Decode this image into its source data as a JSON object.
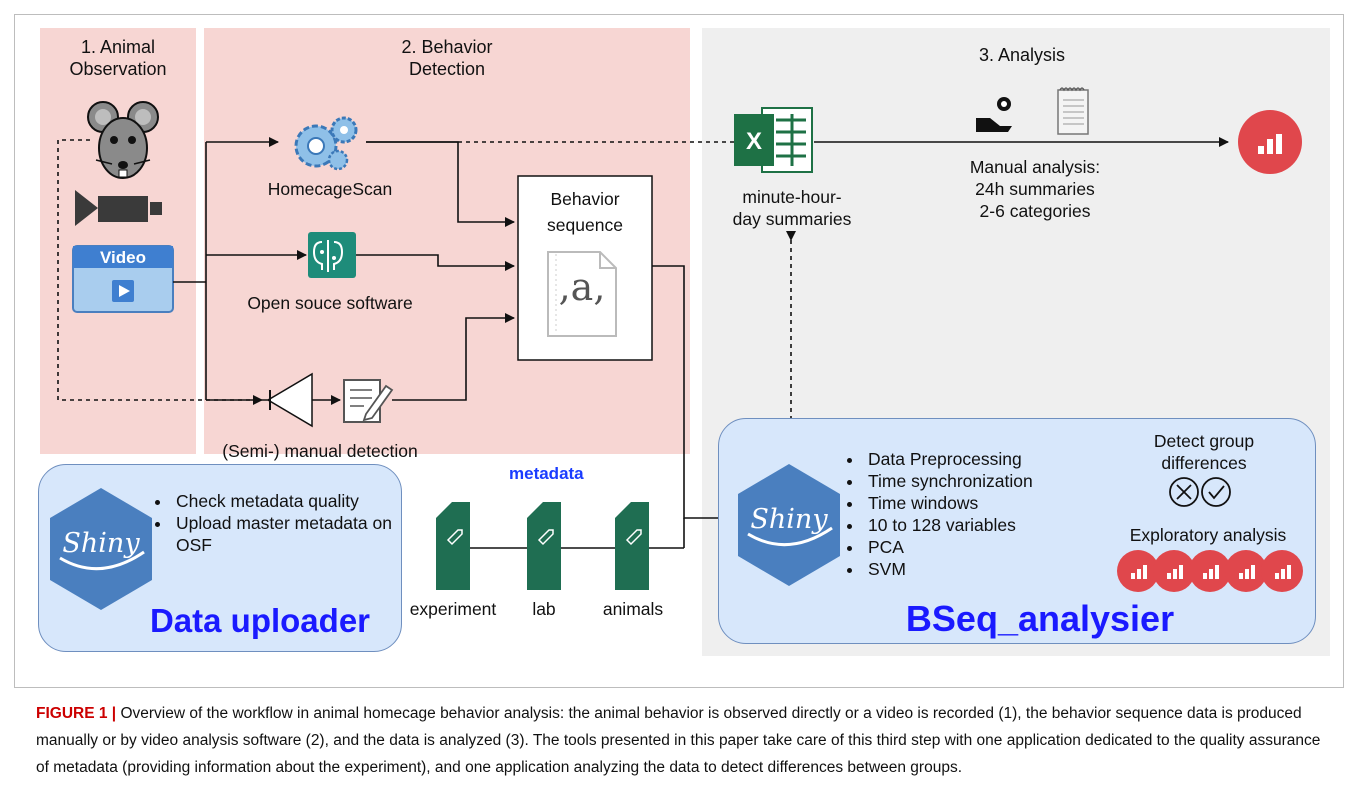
{
  "stages": {
    "animal_observation": "1. Animal\nObservation",
    "behavior_detection": "2. Behavior\nDetection",
    "analysis": "3. Analysis"
  },
  "tools": {
    "homecagescan": "HomecageScan",
    "open_source": "Open souce software",
    "manual": "(Semi-) manual detection",
    "video_label": "Video",
    "behavior_sequence": "Behavior\nsequence",
    "sequence_glyph": ",a,"
  },
  "excel": {
    "letter": "X",
    "label": "minute-hour-\nday summaries"
  },
  "manual_analysis": "Manual analysis:\n24h summaries\n2-6 categories",
  "data_uploader": {
    "shiny_text": "Shiny",
    "bullets": [
      "Check metadata quality",
      "Upload master metadata on OSF"
    ],
    "title": "Data uploader"
  },
  "metadata": {
    "heading": "metadata",
    "items": [
      "experiment",
      "lab",
      "animals"
    ]
  },
  "bseq": {
    "shiny_text": "Shiny",
    "bullets": [
      "Data Preprocessing",
      "Time synchronization",
      "Time windows",
      "10 to 128 variables",
      "PCA",
      "SVM"
    ],
    "detect": "Detect group\ndifferences",
    "exploratory": "Exploratory analysis",
    "title": "BSeq_analysier"
  },
  "caption": {
    "figure": "FIGURE 1",
    "separator": "|",
    "text": "Overview of the workflow in animal homecage behavior analysis: the animal behavior is observed directly or a video is recorded (1), the behavior sequence data is produced manually or by video analysis software (2), and the data is analyzed (3). The tools presented in this paper take care of this third step with one application dedicated to the quality assurance of metadata (providing information about the experiment), and one application analyzing the data to detect differences between groups."
  },
  "colors": {
    "pink_panel": "#f7d6d3",
    "gray_panel": "#efefef",
    "shiny_blue": "#4a7fbf",
    "excel_green": "#1e7145",
    "tag_green": "#1f6e52",
    "result_red": "#e0474c",
    "box_blue": "#d7e7fb"
  }
}
